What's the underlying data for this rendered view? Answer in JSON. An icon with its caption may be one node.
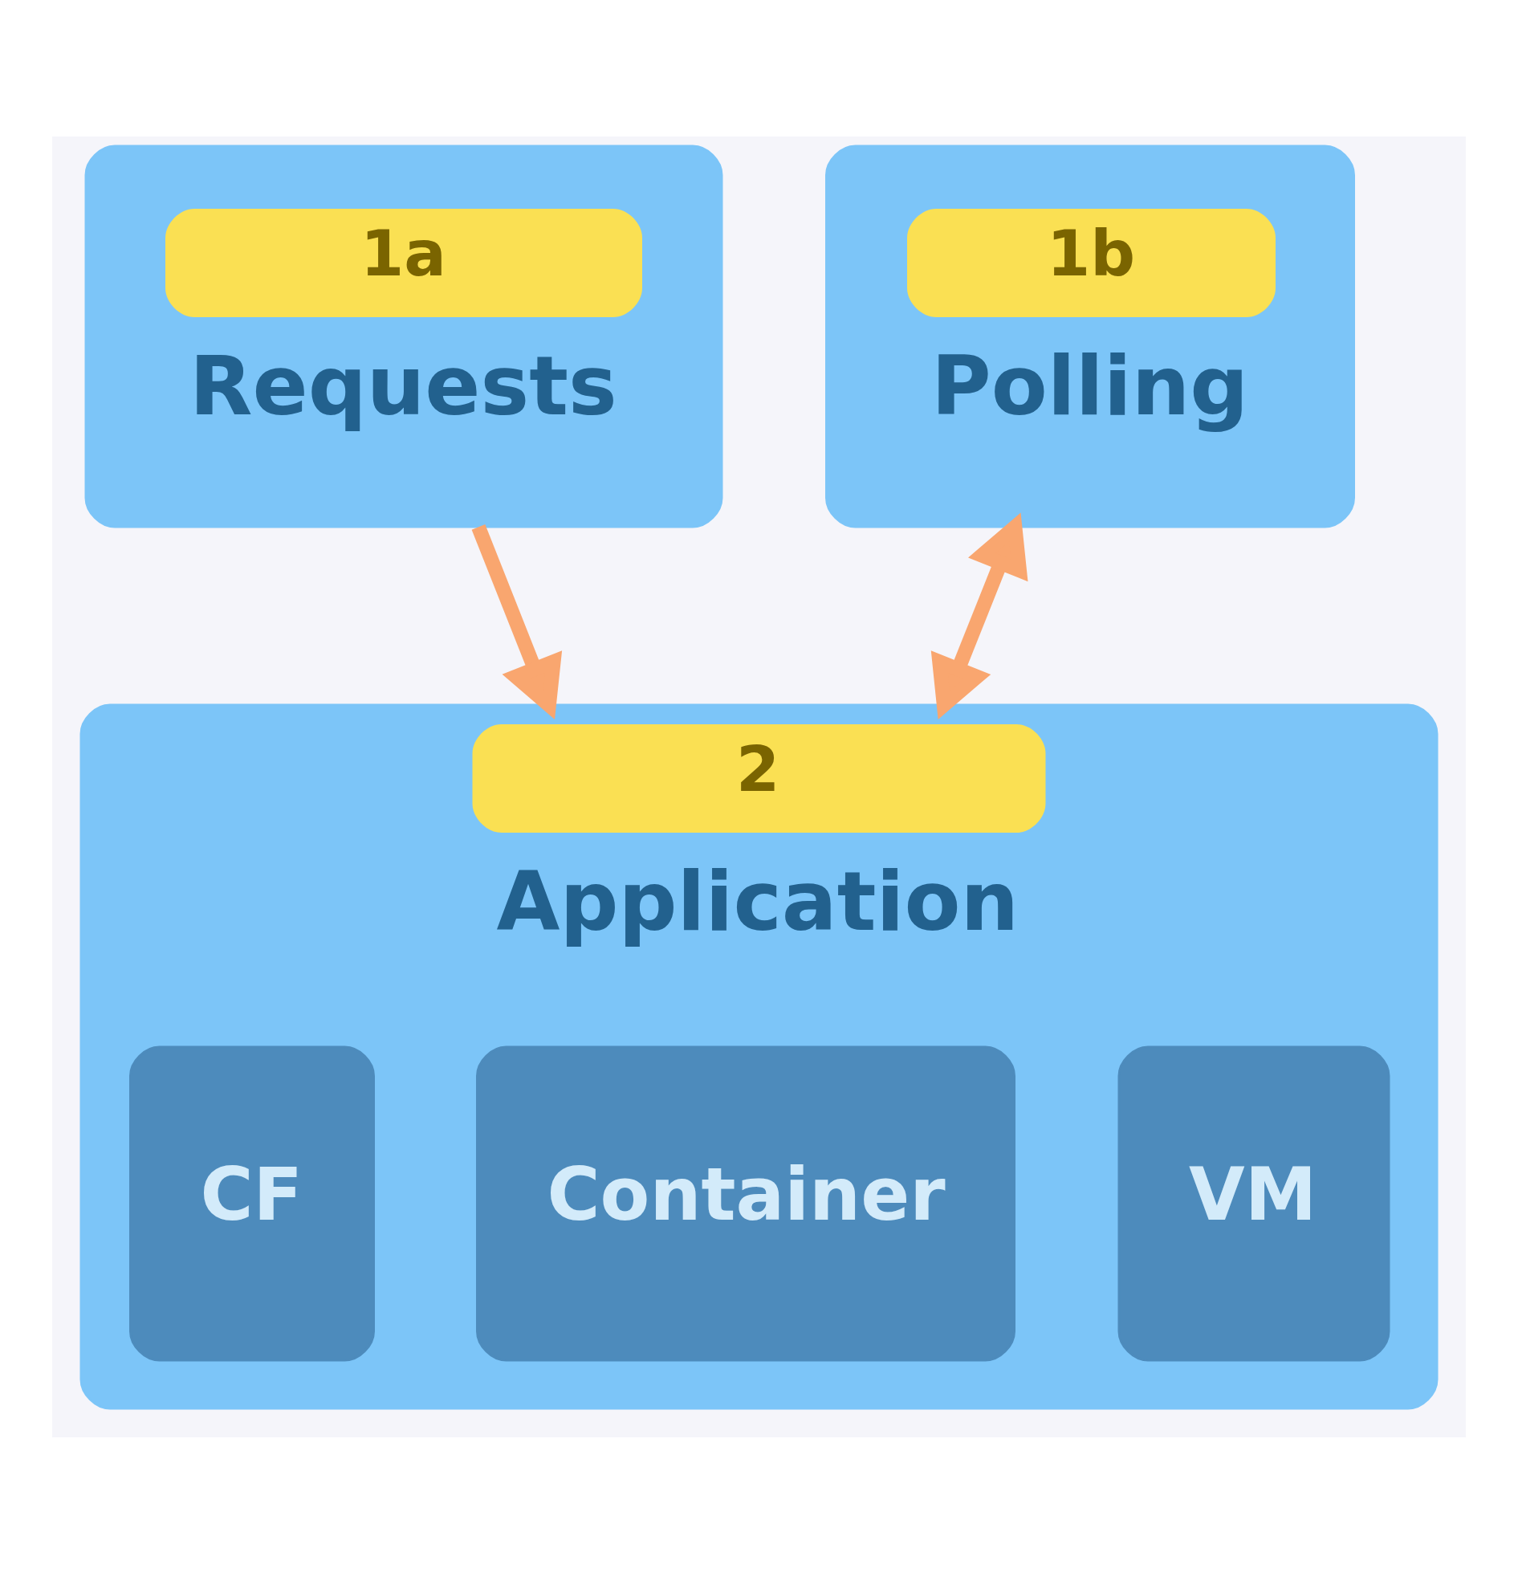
{
  "diagram": {
    "nodes": [
      {
        "text": [
          "1a",
          "Requests"
        ]
      },
      {
        "text": [
          "1b",
          "Polling"
        ]
      },
      {
        "text": [
          "2",
          "Application"
        ]
      },
      {
        "text": [
          "CF"
        ],
        "in": 2
      },
      {
        "text": [
          "Container"
        ],
        "in": 2
      },
      {
        "text": [
          "VM"
        ],
        "in": 2
      }
    ],
    "edges": [
      {
        "from": 0,
        "to": 2,
        "arrow": "to"
      },
      {
        "from": 1,
        "to": 2,
        "arrow": "both"
      }
    ]
  }
}
